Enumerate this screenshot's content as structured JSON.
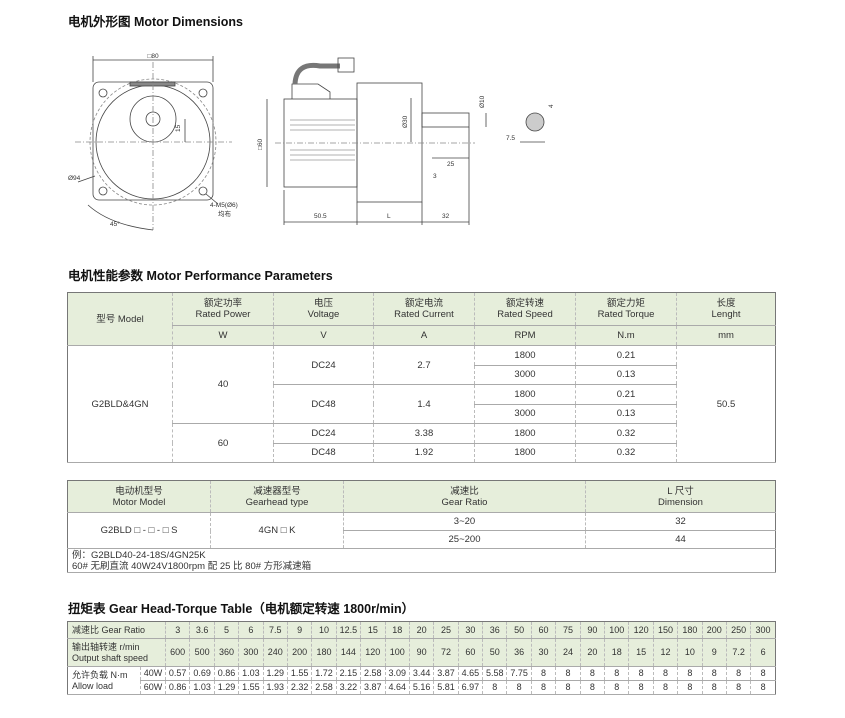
{
  "sections": {
    "dimensions": "电机外形图 Motor Dimensions",
    "performance": "电机性能参数 Motor Performance Parameters",
    "torque": "扭矩表 Gear Head-Torque Table（电机额定转速 1800r/min）"
  },
  "drawing": {
    "front": {
      "square": "□80",
      "offset": "15",
      "pcd": "Ø94",
      "holes": "4-M5(Ø6)",
      "holes_note": "均布",
      "angle": "45°"
    },
    "side": {
      "square": "□60",
      "flange": "Ø30",
      "shaft_dia": "Ø10",
      "shaft_len": "25",
      "step": "3",
      "motor_len": "50.5",
      "gear_len": "L",
      "shaft_ext": "32",
      "key": "4",
      "key_depth": "7.5"
    }
  },
  "perf": {
    "headers": [
      {
        "cn": "型号 Model"
      },
      {
        "cn": "额定功率",
        "en": "Rated Power",
        "unit": "W"
      },
      {
        "cn": "电压",
        "en": "Voltage",
        "unit": "V"
      },
      {
        "cn": "额定电流",
        "en": "Rated Current",
        "unit": "A"
      },
      {
        "cn": "额定转速",
        "en": "Rated Speed",
        "unit": "RPM"
      },
      {
        "cn": "额定力矩",
        "en": "Rated Torque",
        "unit": "N.m"
      },
      {
        "cn": "长度",
        "en": "Lenght",
        "unit": "mm"
      }
    ],
    "model": "G2BLD&4GN",
    "length": "50.5",
    "powers": [
      "40",
      "60"
    ],
    "voltages": [
      "DC24",
      "DC48",
      "DC24",
      "DC48"
    ],
    "currents": [
      "2.7",
      "1.4",
      "3.38",
      "1.92"
    ],
    "speeds": [
      "1800",
      "3000",
      "1800",
      "3000",
      "1800",
      "1800"
    ],
    "torques": [
      "0.21",
      "0.13",
      "0.21",
      "0.13",
      "0.32",
      "0.32"
    ]
  },
  "gearhead": {
    "headers": [
      {
        "cn": "电动机型号",
        "en": "Motor Model"
      },
      {
        "cn": "减速器型号",
        "en": "Gearhead type"
      },
      {
        "cn": "减速比",
        "en": "Gear Ratio"
      },
      {
        "cn": "L 尺寸",
        "en": "Dimension"
      }
    ],
    "motor_model": "G2BLD □ - □ - □ S",
    "gear_type": "4GN □ K",
    "ratios": [
      "3~20",
      "25~200"
    ],
    "dims": [
      "32",
      "44"
    ],
    "example_1": "例：G2BLD40-24-18S/4GN25K",
    "example_2": "60# 无刷直流 40W24V1800rpm 配 25 比 80# 方形减速箱"
  },
  "torque": {
    "ratio_label": "减速比 Gear Ratio",
    "speed_label_cn": "输出轴转速 r/min",
    "speed_label_en": "Output shaft speed",
    "load_label_cn": "允许负载 N·m",
    "load_label_en": "Allow load",
    "w40": "40W",
    "w60": "60W",
    "ratios": [
      "3",
      "3.6",
      "5",
      "6",
      "7.5",
      "9",
      "10",
      "12.5",
      "15",
      "18",
      "20",
      "25",
      "30",
      "36",
      "50",
      "60",
      "75",
      "90",
      "100",
      "120",
      "150",
      "180",
      "200",
      "250",
      "300"
    ],
    "speeds": [
      "600",
      "500",
      "360",
      "300",
      "240",
      "200",
      "180",
      "144",
      "120",
      "100",
      "90",
      "72",
      "60",
      "50",
      "36",
      "30",
      "24",
      "20",
      "18",
      "15",
      "12",
      "10",
      "9",
      "7.2",
      "6"
    ],
    "load40": [
      "0.57",
      "0.69",
      "0.86",
      "1.03",
      "1.29",
      "1.55",
      "1.72",
      "2.15",
      "2.58",
      "3.09",
      "3.44",
      "3.87",
      "4.65",
      "5.58",
      "7.75",
      "8",
      "8",
      "8",
      "8",
      "8",
      "8",
      "8",
      "8",
      "8",
      "8"
    ],
    "load60": [
      "0.86",
      "1.03",
      "1.29",
      "1.55",
      "1.93",
      "2.32",
      "2.58",
      "3.22",
      "3.87",
      "4.64",
      "5.16",
      "5.81",
      "6.97",
      "8",
      "8",
      "8",
      "8",
      "8",
      "8",
      "8",
      "8",
      "8",
      "8",
      "8",
      "8"
    ]
  },
  "colors": {
    "header_bg": "#e6eedb",
    "border": "#777777"
  }
}
